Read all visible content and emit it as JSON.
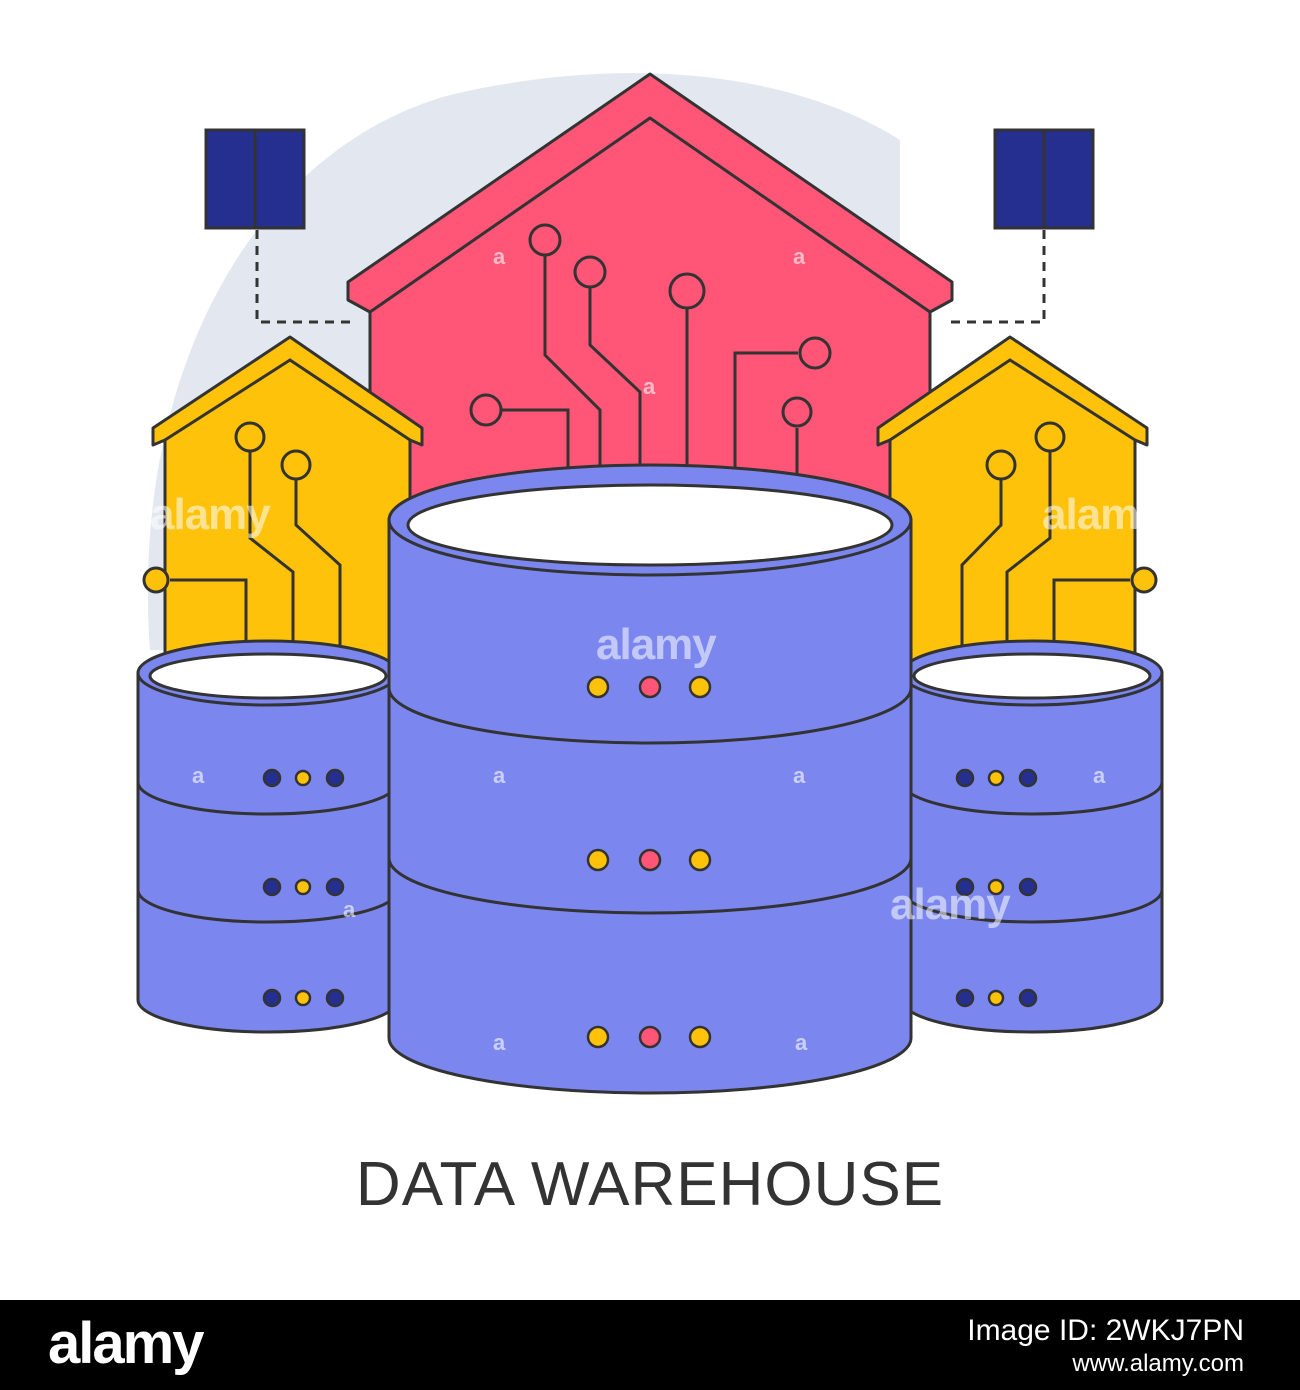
{
  "caption": "DATA WAREHOUSE",
  "watermark": {
    "brand": "alamy",
    "mark": "a"
  },
  "footer": {
    "logo": "alamy",
    "image_id": "Image ID: 2WKJ7PN",
    "url": "www.alamy.com"
  },
  "colors": {
    "blob": "#e3e7f0",
    "red_house": "#ff5577",
    "yellow_house": "#ffc20a",
    "cylinder": "#7b87ee",
    "cylinder_top": "#ffffff",
    "outline": "#333333",
    "solar_panel": "#242f8f",
    "dot_yellow": "#ffc20a",
    "dot_pink": "#ff5577",
    "dot_navy": "#242f8f"
  }
}
